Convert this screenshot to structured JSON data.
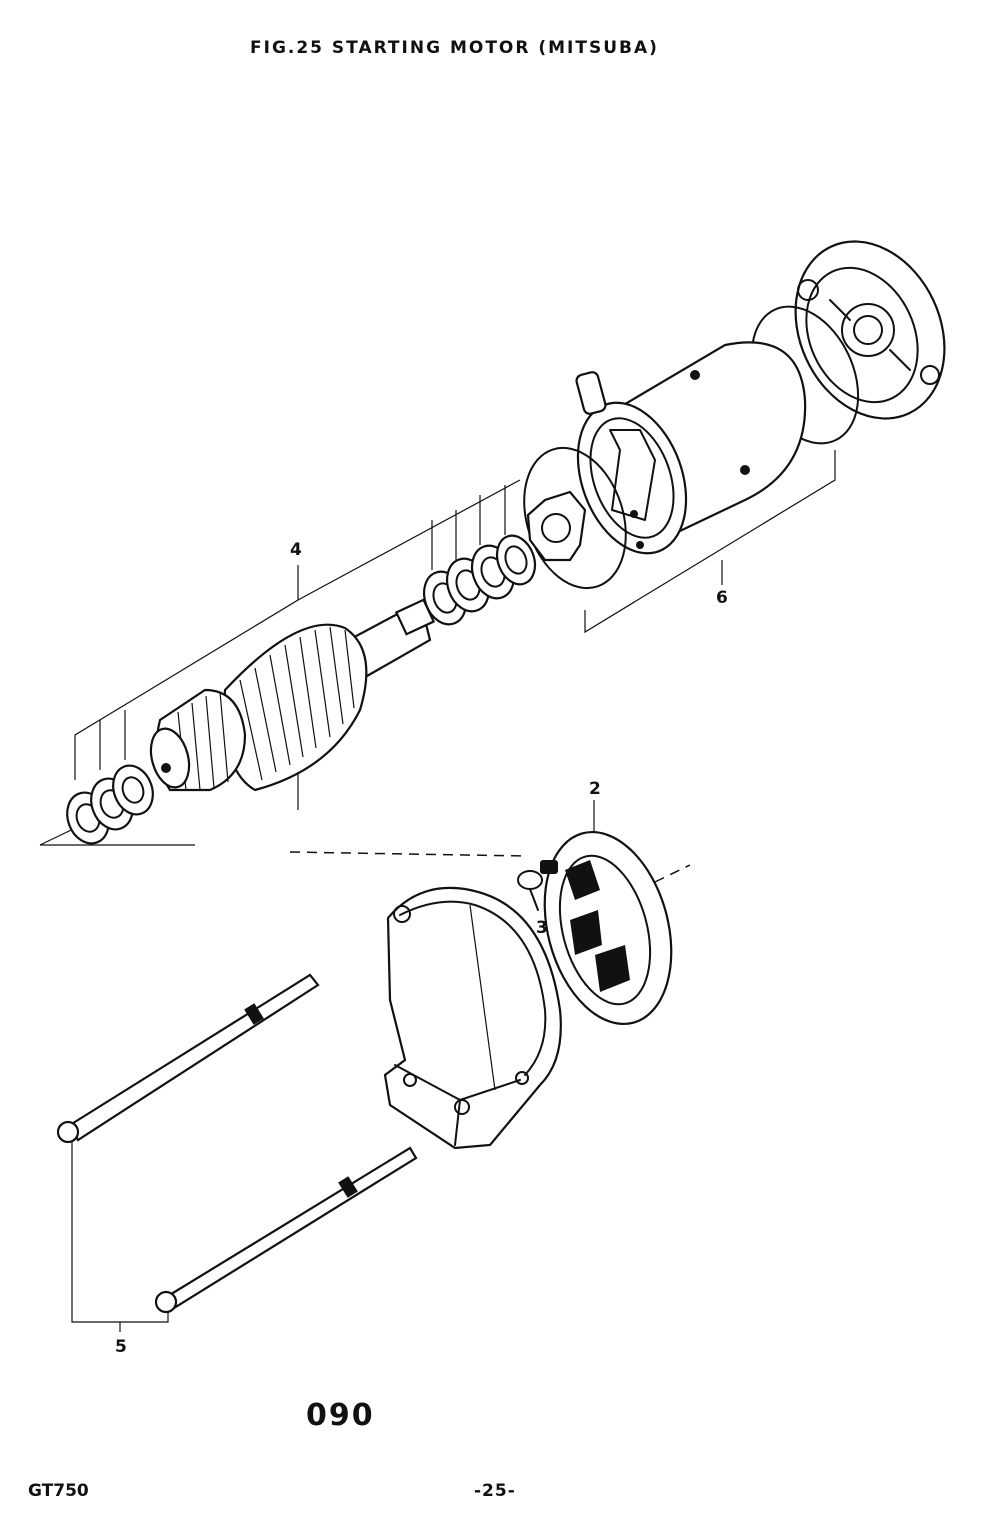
{
  "figure": {
    "title": "FIG.25  STARTING MOTOR  (MITSUBA)",
    "code": "090",
    "page_number": "-25-",
    "model": "GT750"
  },
  "callouts": [
    {
      "id": "callout-2",
      "label": "2"
    },
    {
      "id": "callout-3",
      "label": "3"
    },
    {
      "id": "callout-4",
      "label": "4"
    },
    {
      "id": "callout-5",
      "label": "5"
    },
    {
      "id": "callout-6",
      "label": "6"
    }
  ]
}
